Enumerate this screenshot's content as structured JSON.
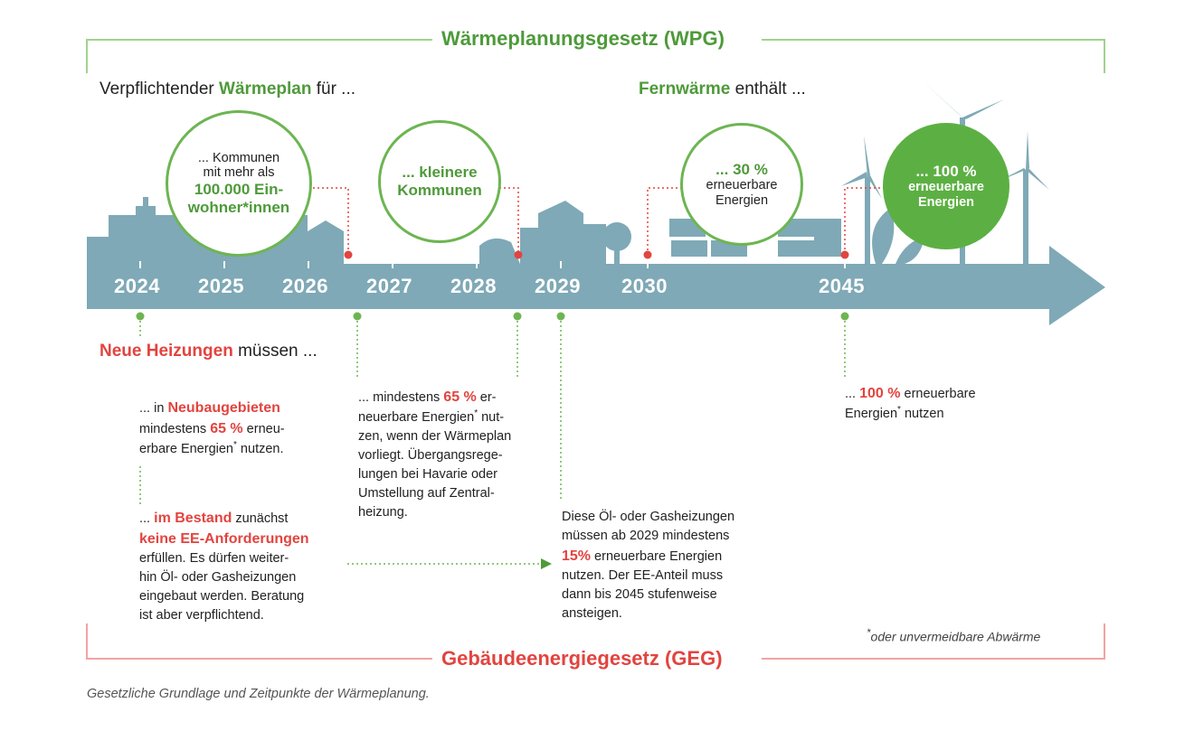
{
  "wpg": {
    "title": "Wärmeplanungsgesetz (WPG)",
    "left_heading": {
      "pre": "Verpflichtender ",
      "highlight": "Wärmeplan",
      "post": " für ..."
    },
    "right_heading": {
      "highlight": "Fernwärme",
      "post": " enthält ..."
    },
    "circle_2024": {
      "line1": "... Kommunen",
      "line2": "mit mehr als",
      "bold1": "100.000 Ein-",
      "bold2": "wohner*innen"
    },
    "circle_2028": {
      "bold1": "... kleinere",
      "bold2": "Kommunen"
    },
    "circle_2030": {
      "bold": "... 30 %",
      "line1": "erneuerbare",
      "line2": "Energien"
    },
    "circle_2045": {
      "bold": "... 100 %",
      "line1": "erneuerbare",
      "line2": "Energien"
    }
  },
  "timeline": {
    "years": [
      "2024",
      "2025",
      "2026",
      "2027",
      "2028",
      "2029",
      "2030",
      "2045"
    ]
  },
  "geg": {
    "title": "Gebäudeenergiegesetz (GEG)",
    "heading": {
      "highlight": "Neue Heizungen",
      "post": " müssen ..."
    },
    "neubau": {
      "p1": "... in ",
      "r1": "Neubaugebieten",
      "p2": "mindestens ",
      "r2": "65 %",
      "p3": " erneu-",
      "p4": "erbare Energien",
      "star": "*",
      "p5": " nutzen."
    },
    "bestand": {
      "p1": "... ",
      "r1": "im Bestand",
      "p2": " zunächst",
      "r2": "keine EE-Anforderungen",
      "p3": "erfüllen. Es dürfen weiter-",
      "p4": "hin Öl- oder Gasheizungen",
      "p5": "eingebaut werden. Beratung",
      "p6": "ist aber verpflichtend."
    },
    "mindestens65": {
      "p1": "... mindestens ",
      "r1": "65 %",
      "p2": " er-",
      "p3": "neuerbare Energien",
      "star": "*",
      "p4": " nut-",
      "p5": "zen, wenn der Wärmeplan",
      "p6": "vorliegt. Übergangsrege-",
      "p7": "lungen bei Havarie oder",
      "p8": "Umstellung auf Zentral-",
      "p9": "heizung."
    },
    "oelgas": {
      "p1": "Diese Öl- oder Gasheizungen",
      "p2": "müssen ab 2029 mindestens",
      "r1": "15%",
      "p3": " erneuerbare Energien",
      "p4": "nutzen. Der EE-Anteil muss",
      "p5": "dann bis 2045 stufenweise",
      "p6": "ansteigen."
    },
    "hundert": {
      "p1": "... ",
      "r1": "100 %",
      "p2": " erneuerbare",
      "p3": "Energien",
      "star": "*",
      "p4": " nutzen"
    }
  },
  "footnote": {
    "star": "*",
    "text": "oder unvermeidbare Abwärme"
  },
  "caption": "Gesetzliche Grundlage und Zeitpunkte der Wärmeplanung.",
  "colors": {
    "green": "#4e9a3a",
    "red": "#e2443f",
    "arrow": "#7fa9b6"
  }
}
